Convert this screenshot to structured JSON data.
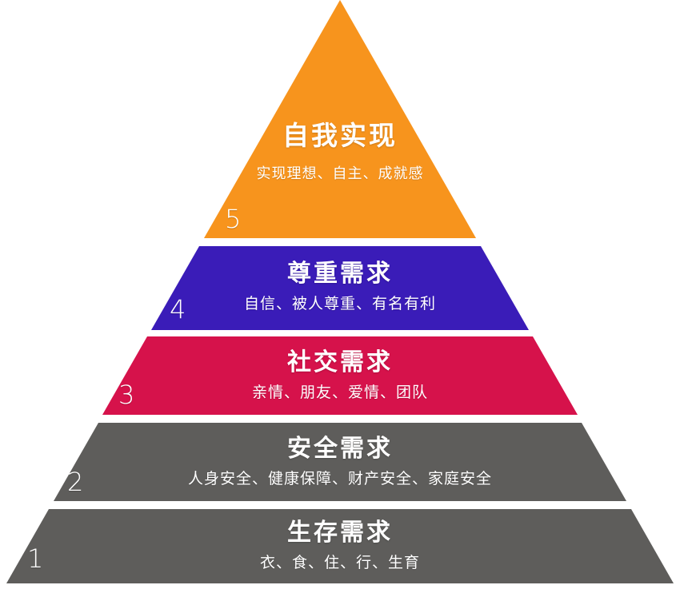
{
  "pyramid": {
    "name": "hierarchy-of-needs-pyramid",
    "levels": [
      {
        "number": "5",
        "title": "自我实现",
        "subtitle": "实现理想、自主、成就感",
        "color": "#F7941D"
      },
      {
        "number": "4",
        "title": "尊重需求",
        "subtitle": "自信、被人尊重、有名有利",
        "color": "#3A1CB8"
      },
      {
        "number": "3",
        "title": "社交需求",
        "subtitle": "亲情、朋友、爱情、团队",
        "color": "#D6124B"
      },
      {
        "number": "2",
        "title": "安全需求",
        "subtitle": "人身安全、健康保障、财产安全、家庭安全",
        "color": "#5E5D5B"
      },
      {
        "number": "1",
        "title": "生存需求",
        "subtitle": "衣、食、住、行、生育",
        "color": "#5E5D5B"
      }
    ]
  }
}
